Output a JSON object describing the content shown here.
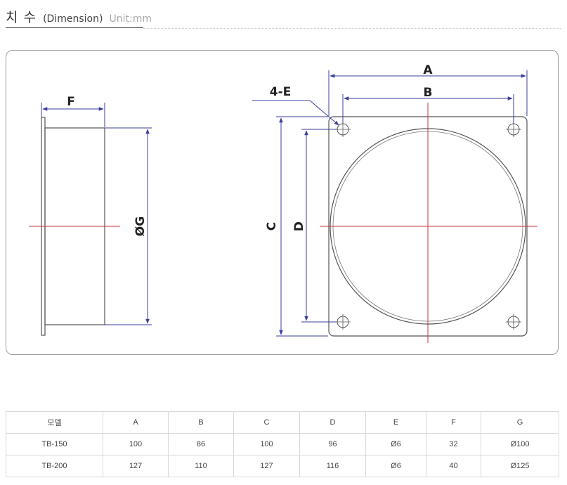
{
  "header": {
    "title_ko": "치 수",
    "title_en": "(Dimension)",
    "unit": "Unit:mm"
  },
  "drawing": {
    "labels": {
      "F": "F",
      "G": "ØG",
      "A": "A",
      "B": "B",
      "C": "C",
      "D": "D",
      "E": "4-E"
    },
    "colors": {
      "outline": "#555555",
      "dimension": "#3a3f9a",
      "centerline": "#c8303a"
    }
  },
  "table": {
    "headers": [
      "모델",
      "A",
      "B",
      "C",
      "D",
      "E",
      "F",
      "G"
    ],
    "rows": [
      [
        "TB-150",
        "100",
        "86",
        "100",
        "96",
        "Ø6",
        "32",
        "Ø100"
      ],
      [
        "TB-200",
        "127",
        "110",
        "127",
        "116",
        "Ø6",
        "40",
        "Ø125"
      ]
    ]
  }
}
